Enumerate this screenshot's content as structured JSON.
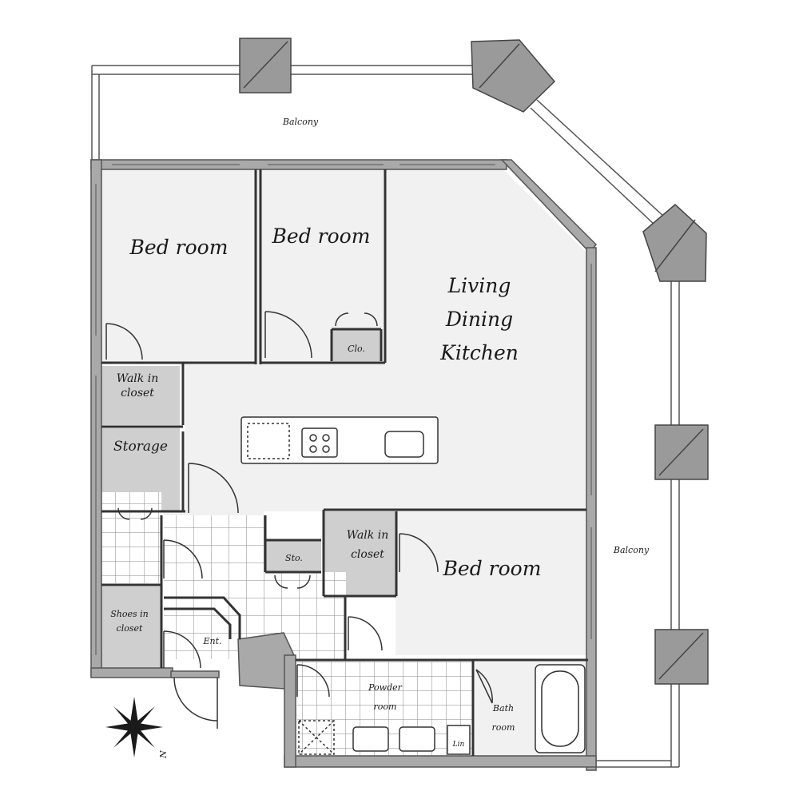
{
  "labels": {
    "balcony_top": "Balcony",
    "balcony_right": "Balcony",
    "bedroom_1": "Bed room",
    "bedroom_2": "Bed room",
    "bedroom_3": "Bed room",
    "ldk_line1": "Living",
    "ldk_line2": "Dining",
    "ldk_line3": "Kitchen",
    "closet_clo": "Clo.",
    "walkin_1_line1": "Walk in",
    "walkin_1_line2": "closet",
    "walkin_2_line1": "Walk in",
    "walkin_2_line2": "closet",
    "storage": "Storage",
    "storage_small": "Sto.",
    "shoes_line1": "Shoes in",
    "shoes_line2": "closet",
    "entrance": "Ent.",
    "powder_line1": "Powder",
    "powder_line2": "room",
    "bath_line1": "Bath",
    "bath_line2": "room",
    "linen": "Lin",
    "north": "N"
  },
  "colors": {
    "wall": "#a9a9a9",
    "wall_edge": "#555555",
    "storage_fill": "#cfcfcf",
    "room_fill": "#f1f1f1",
    "tile_line": "#888888",
    "column": "#9a9a9a"
  }
}
